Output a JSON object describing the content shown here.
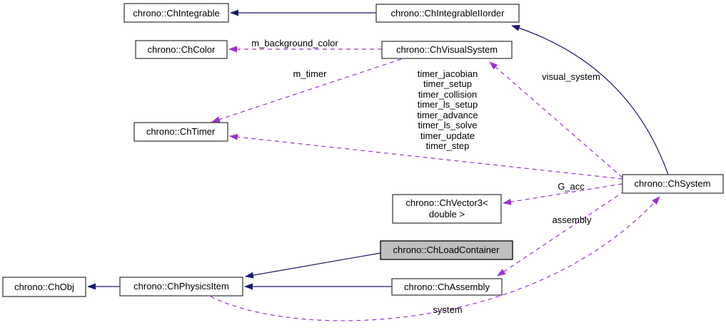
{
  "colors": {
    "background": "#ffffff",
    "inheritance": "#191970",
    "usage": "#9a32cd",
    "node_border": "#404040",
    "node_fill": "#ffffff",
    "highlight_fill": "#bfbfbf",
    "highlight_border": "#000000"
  },
  "nodes": {
    "ch_integrable": {
      "label": "chrono::ChIntegrable"
    },
    "ch_integrable_ii_order": {
      "label": "chrono::ChIntegrableIIorder"
    },
    "ch_color": {
      "label": "chrono::ChColor"
    },
    "ch_visual_system": {
      "label": "chrono::ChVisualSystem"
    },
    "ch_timer": {
      "label": "chrono::ChTimer"
    },
    "ch_system": {
      "label": "chrono::ChSystem"
    },
    "ch_vector3": {
      "lines": [
        "chrono::ChVector3<",
        "double >"
      ]
    },
    "ch_load_container": {
      "label": "chrono::ChLoadContainer"
    },
    "ch_obj": {
      "label": "chrono::ChObj"
    },
    "ch_physics_item": {
      "label": "chrono::ChPhysicsItem"
    },
    "ch_assembly": {
      "label": "chrono::ChAssembly"
    }
  },
  "edge_labels": {
    "m_background_color": "m_background_color",
    "m_timer": "m_timer",
    "timers": [
      "timer_jacobian",
      "timer_setup",
      "timer_collision",
      "timer_ls_setup",
      "timer_advance",
      "timer_ls_solve",
      "timer_update",
      "timer_step"
    ],
    "visual_system": "visual_system",
    "g_acc": "G_acc",
    "assembly": "assembly",
    "system": "system"
  }
}
